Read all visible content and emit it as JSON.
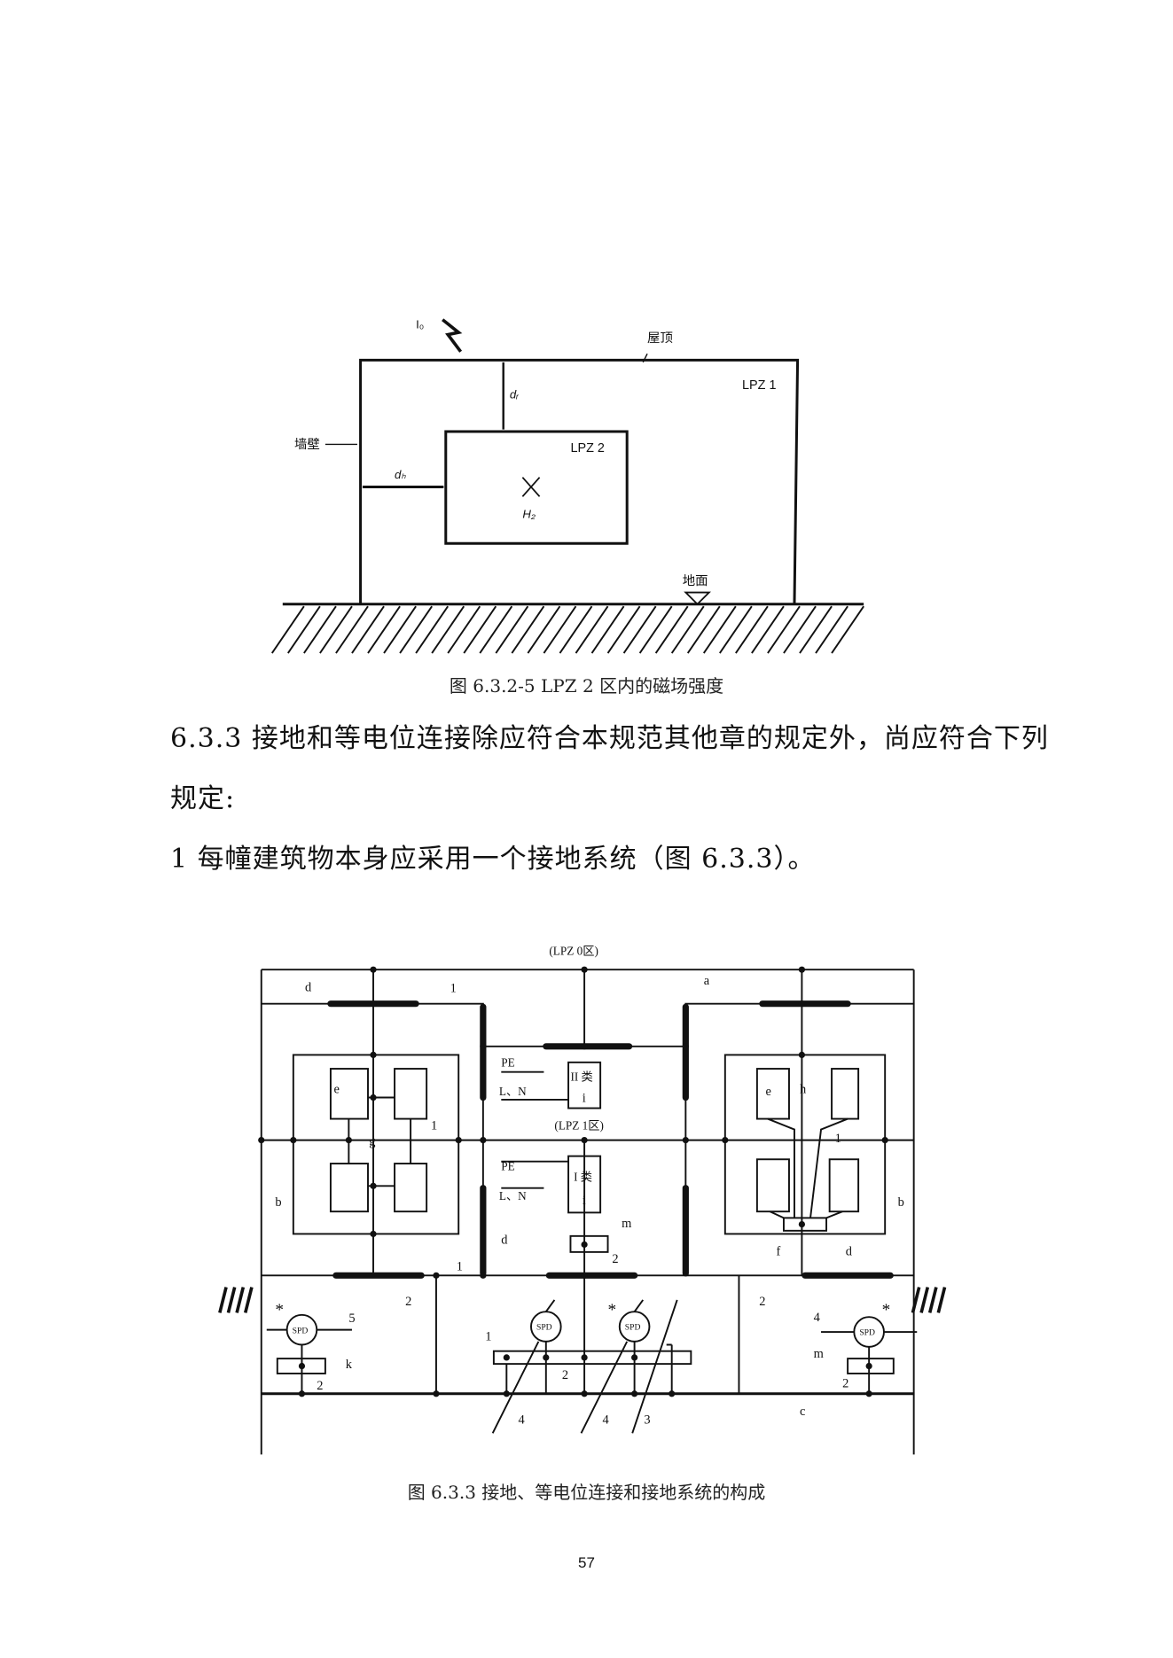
{
  "figure1": {
    "labels": {
      "current": "I₀",
      "roof": "屋顶",
      "lpz1": "LPZ 1",
      "wall": "墙壁",
      "dr": "dᵣ",
      "dh": "dₕ",
      "lpz2": "LPZ 2",
      "h2": "H₂",
      "ground": "地面"
    },
    "caption": "图 6.3.2-5 LPZ 2 区内的磁场强度"
  },
  "text": {
    "para1_line1": "6.3.3 接地和等电位连接除应符合本规范其他章的规定外，尚应符合下列",
    "para1_line2": "规定:",
    "item1": "1 每幢建筑物本身应采用一个接地系统（图 6.3.3）。"
  },
  "figure2": {
    "labels": {
      "lpz0": "(LPZ 0区)",
      "lpz1": "(LPZ 1区)",
      "a": "a",
      "b_left": "b",
      "b_right": "b",
      "c": "c",
      "d1": "d",
      "d2": "d",
      "d3": "d",
      "e_left": "e",
      "e_right": "e",
      "f": "f",
      "g": "g",
      "h": "h",
      "k": "k",
      "m1": "m",
      "m2": "m",
      "pe1": "PE",
      "ln1": "L、N",
      "pe2": "PE",
      "ln2": "L、N",
      "class2": "II 类",
      "class1": "I 类",
      "i1": "i",
      "i2": "i",
      "spd": "SPD",
      "n1a": "1",
      "n1b": "1",
      "n1c": "1",
      "n1d": "1",
      "n1e": "1",
      "n2a": "2",
      "n2b": "2",
      "n2c": "2",
      "n2d": "2",
      "n2e": "2",
      "n2f": "2",
      "n3": "3",
      "n4a": "4",
      "n4b": "4",
      "n4c": "4",
      "n5": "5",
      "star": "*"
    },
    "caption": "图 6.3.3 接地、等电位连接和接地系统的构成"
  },
  "page_number": "57"
}
